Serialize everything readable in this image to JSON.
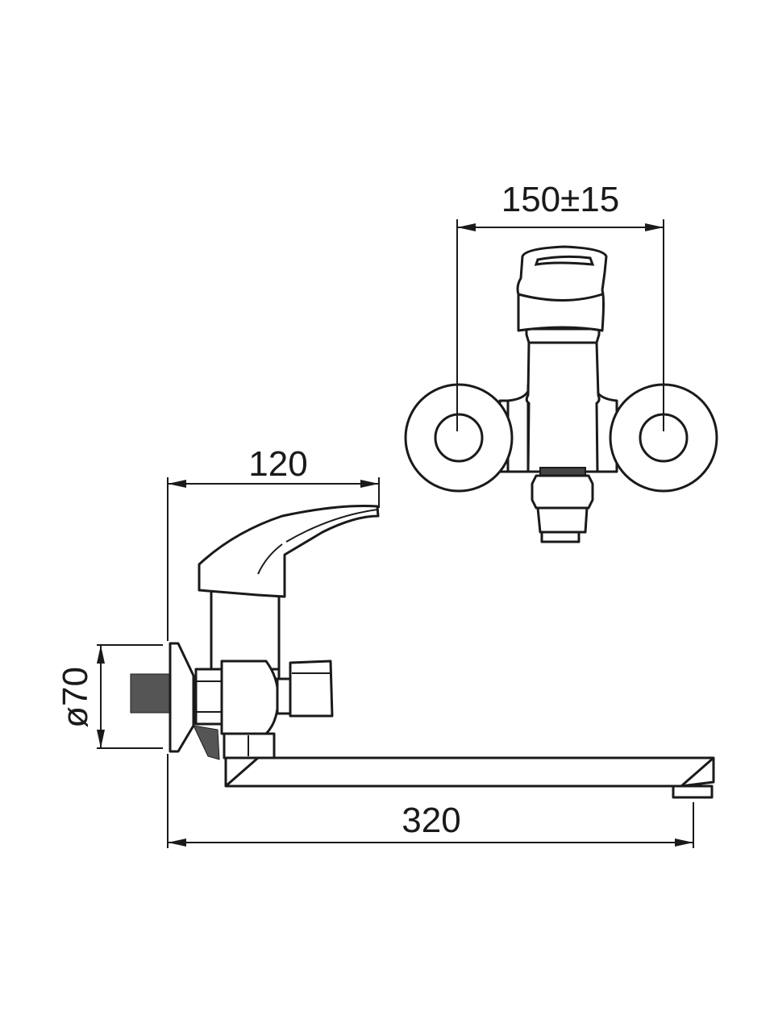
{
  "drawing": {
    "dimensions": {
      "mount_spacing": "150±15",
      "handle_reach": "120",
      "spout_length": "320",
      "flange_diameter": "ø70"
    },
    "line_color": "#1a1a1a",
    "background": "#ffffff"
  }
}
